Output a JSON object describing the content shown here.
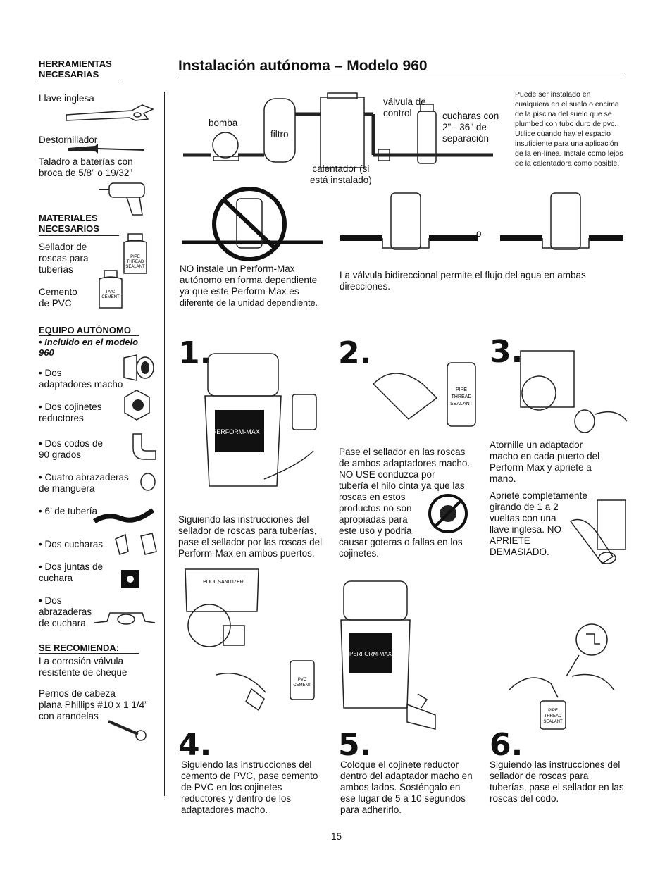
{
  "title": "Instalación autónoma – Modelo 960",
  "sidebar": {
    "tools_heading": [
      "HERRAMIENTAS",
      "NECESARIAS"
    ],
    "tools": [
      "Llave inglesa",
      "Destornillador"
    ],
    "drill": [
      "Taladro a baterías con",
      "broca de 5/8” o 19/32”"
    ],
    "materials_heading": [
      "MATERIALES",
      "NECESARIOS"
    ],
    "materials": [
      [
        "Sellador de",
        "roscas para",
        "tuberías"
      ],
      [
        "Cemento",
        "de PVC"
      ]
    ],
    "equipment_heading": "EQUIPO AUTÓNOMO",
    "equipment_note": [
      "• Incluido en el modelo",
      "960"
    ],
    "equipment": [
      [
        "• Dos",
        "adaptadores macho"
      ],
      [
        "• Dos cojinetes",
        "reductores"
      ],
      [
        "• Dos codos de",
        "90 grados"
      ],
      [
        "• Cuatro abrazaderas",
        "de manguera"
      ],
      [
        "• 6’ de tubería"
      ],
      [
        "• Dos cucharas"
      ],
      [
        "• Dos juntas de",
        "cuchara"
      ],
      [
        "• Dos",
        "abrazaderas",
        "de cuchara"
      ]
    ],
    "recommended_heading": "SE RECOMIENDA:",
    "recommended": [
      [
        "La corrosión válvula",
        "resistente de cheque"
      ],
      [
        "Pernos de cabeza",
        "plana Phillips #10 x 1 1/4”",
        "con arandelas"
      ]
    ]
  },
  "diagram": {
    "bomba": "bomba",
    "filtro": "filtro",
    "valvula": [
      "válvula de",
      "control"
    ],
    "cucharas": [
      "cucharas con",
      "2\" - 36\" de",
      "separación"
    ],
    "calentador": [
      "calentador (si",
      "está instalado)"
    ],
    "note": [
      "Puede ser instalado en",
      "cualquiera en el suelo o encima",
      "de la piscina del suelo que se",
      "plumbed con tubo duro de pvc.",
      "Utilice cuando hay el espacio",
      "insuficiente para una aplicación",
      "de la en-línea. Instale como lejos",
      "de la calentadora como posible."
    ],
    "or": "o",
    "no_install": [
      "NO instale un Perform-Max",
      "autónomo en forma dependiente",
      "ya que este Perform-Max es",
      "diferente de la unidad dependiente."
    ],
    "bidirectional": [
      "La válvula bidireccional permite el flujo del agua en ambas",
      "direcciones."
    ]
  },
  "product_labels": {
    "brand": "PERFORM-MAX",
    "sanitizer": "POOL SANITIZER",
    "pipe_sealant": [
      "PIPE",
      "THREAD",
      "SEALANT"
    ],
    "pvc_cement": [
      "PVC",
      "CEMENT"
    ]
  },
  "steps": [
    {
      "num": "1.",
      "text": [
        "Siguiendo las instrucciones del",
        "sellador de roscas para tuberías,",
        "pase el sellador por las roscas del",
        "Perform-Max en ambos puertos."
      ]
    },
    {
      "num": "2.",
      "text": [
        "Pase el sellador en las roscas",
        "de ambos adaptadores macho.",
        "NO USE conduzca por",
        "tubería el hilo cinta ya que las",
        "roscas en estos",
        "productos no son",
        "apropiadas para",
        "este uso y podría",
        "causar goteras o fallas en los",
        "cojinetes."
      ]
    },
    {
      "num": "3.",
      "text": [
        "Atornille un adaptador",
        "macho en cada puerto del",
        "Perform-Max y apriete a",
        "mano."
      ],
      "text2": [
        "Apriete completamente",
        "girando de 1 a  2",
        "vueltas con una",
        "llave inglesa. NO",
        "APRIETE",
        "DEMASIADO."
      ]
    },
    {
      "num": "4.",
      "text": [
        "Siguiendo las instrucciones del",
        "cemento de PVC, pase cemento",
        "de PVC en los cojinetes",
        "reductores y dentro de los",
        "adaptadores macho."
      ]
    },
    {
      "num": "5.",
      "text": [
        "Coloque el cojinete reductor",
        "dentro del adaptador macho en",
        "ambos lados. Sosténgalo en",
        "ese lugar de 5 a 10 segundos",
        "para adherirlo."
      ]
    },
    {
      "num": "6.",
      "text": [
        "Siguiendo las instrucciones del",
        "sellador de roscas para",
        "tuberías, pase el sellador en las",
        "roscas del codo."
      ]
    }
  ],
  "page_number": "15"
}
